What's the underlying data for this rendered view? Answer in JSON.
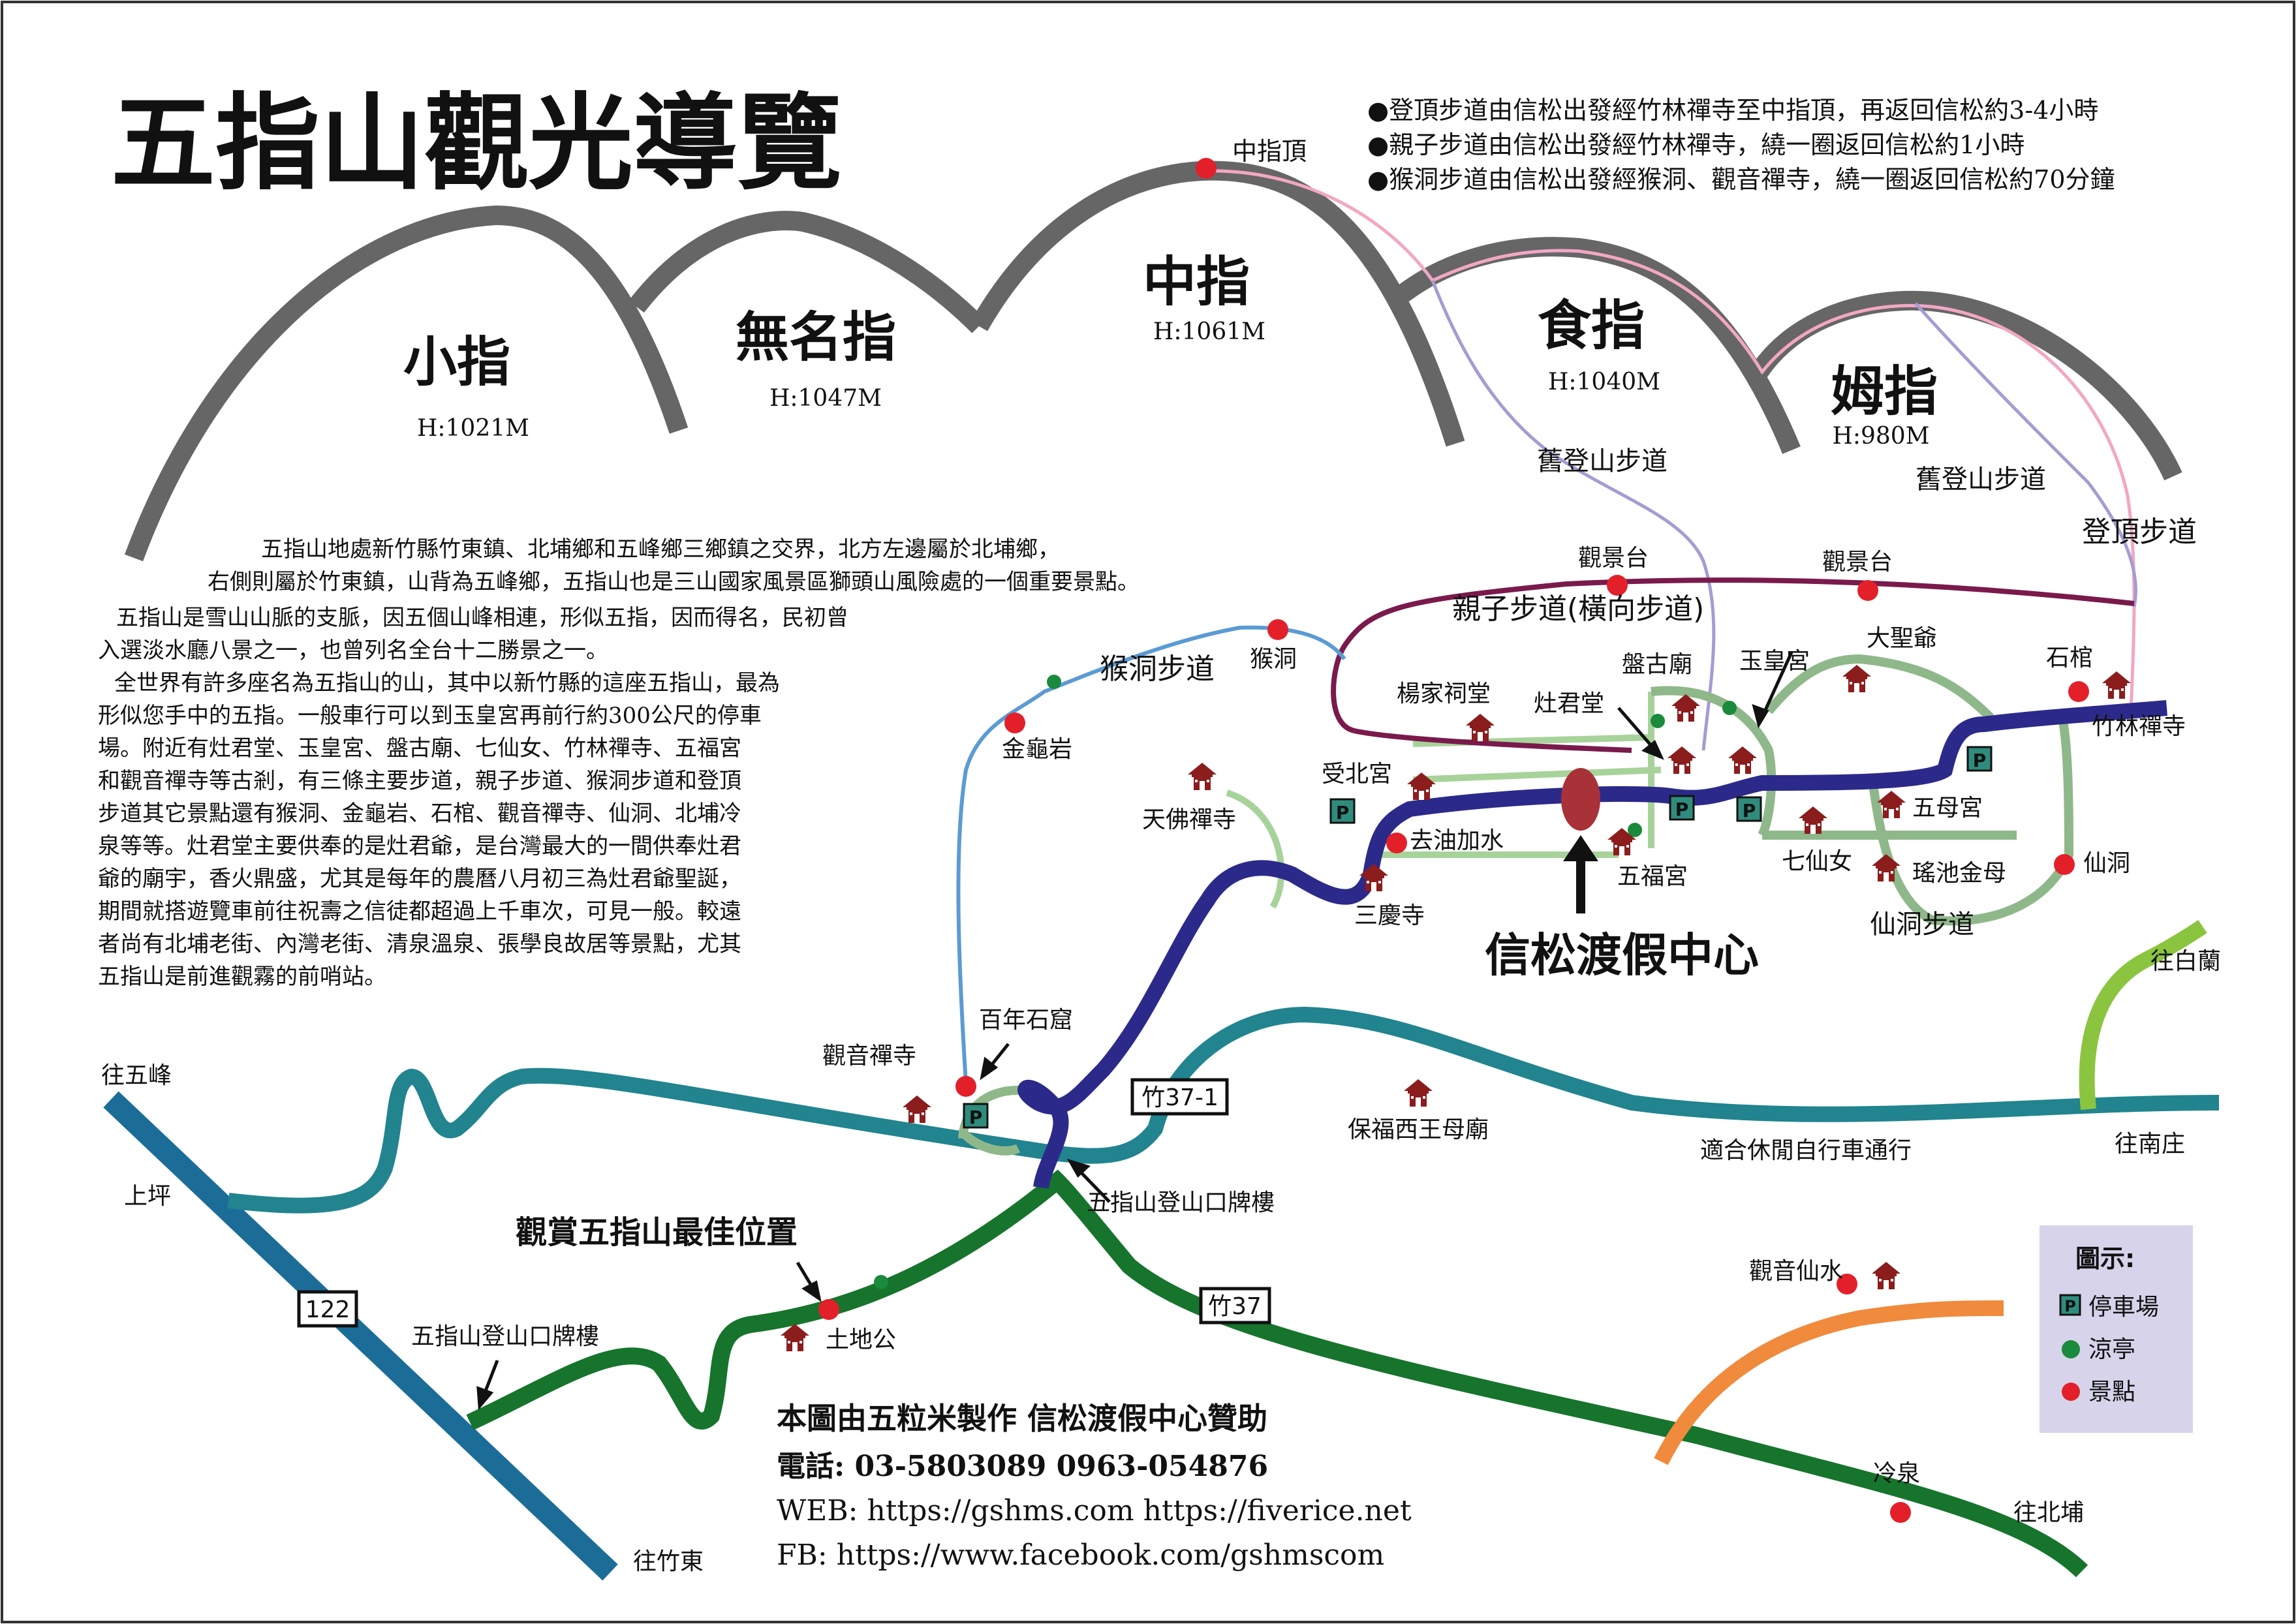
{
  "title": "五指山觀光導覽",
  "notes": [
    "●登頂步道由信松出發經竹林禪寺至中指頂，再返回信松約3-4小時",
    "●親子步道由信松出發經竹林禪寺，繞一圈返回信松約1小時",
    "●猴洞步道由信松出發經猴洞、觀音禪寺，繞一圈返回信松約70分鐘"
  ],
  "peaks": [
    {
      "name": "小指",
      "height": "H:1021M"
    },
    {
      "name": "無名指",
      "height": "H:1047M"
    },
    {
      "name": "中指",
      "height": "H:1061M"
    },
    {
      "name": "食指",
      "height": "H:1040M"
    },
    {
      "name": "姆指",
      "height": "H:980M"
    }
  ],
  "summit_label": "中指頂",
  "description": [
    "五指山地處新竹縣竹東鎮、北埔鄉和五峰鄉三鄉鎮之交界，北方左邊屬於北埔鄉，",
    "右側則屬於竹東鎮，山背為五峰鄉，五指山也是三山國家風景區獅頭山風險處的一個重要景點。",
    "五指山是雪山山脈的支脈，因五個山峰相連，形似五指，因而得名，民初曾",
    "入選淡水廳八景之一，也曾列名全台十二勝景之一。",
    "全世界有許多座名為五指山的山，其中以新竹縣的這座五指山，最為",
    "形似您手中的五指。一般車行可以到玉皇宮再前行約300公尺的停車",
    "場。附近有灶君堂、玉皇宮、盤古廟、七仙女、竹林禪寺、五福宮",
    "和觀音禪寺等古剎，有三條主要步道，親子步道、猴洞步道和登頂",
    "步道其它景點還有猴洞、金龜岩、石棺、觀音禪寺、仙洞、北埔冷",
    "泉等等。灶君堂主要供奉的是灶君爺，是台灣最大的一間供奉灶君",
    "爺的廟宇，香火鼎盛，尤其是每年的農曆八月初三為灶君爺聖誕，",
    "期間就搭遊覽車前往祝壽之信徒都超過上千車次，可見一般。較遠",
    "者尚有北埔老街、內灣老街、清泉溫泉、張學良故居等景點，尤其",
    "五指山是前進觀霧的前哨站。"
  ],
  "trails": {
    "old_trail_1": "舊登山步道",
    "old_trail_2": "舊登山步道",
    "summit_trail": "登頂步道",
    "family_trail": "親子步道(橫向步道)",
    "monkey_trail": "猴洞步道",
    "fairy_trail": "仙洞步道"
  },
  "places": {
    "guanjingtai_1": "觀景台",
    "guanjingtai_2": "觀景台",
    "shiguan": "石棺",
    "zhulin": "竹林禪寺",
    "dashengye": "大聖爺",
    "panggu": "盤古廟",
    "yuhuang": "玉皇宮",
    "yangjia": "楊家祠堂",
    "zaojun": "灶君堂",
    "shoubei": "受北宮",
    "wumu": "五母宮",
    "qixian": "七仙女",
    "yaochi": "瑤池金母",
    "xiandong": "仙洞",
    "wufu": "五福宮",
    "qushui": "去油加水",
    "sanqing": "三慶寺",
    "tianfo": "天佛禪寺",
    "houdong": "猴洞",
    "jingui": "金龜岩",
    "resort": "信松渡假中心",
    "bainian": "百年石窟",
    "guanyin": "觀音禪寺",
    "baofu": "保福西王母廟",
    "gate_1": "五指山登山口牌樓",
    "gate_2": "五指山登山口牌樓",
    "best_view": "觀賞五指山最佳位置",
    "tudigong": "土地公",
    "guanyin_water": "觀音仙水",
    "cold_spring": "冷泉",
    "to_wufeng": "往五峰",
    "shangping": "上坪",
    "to_zhudong": "往竹東",
    "to_bailan": "往白蘭",
    "to_nanzhuang": "往南庄",
    "to_beipu": "往北埔",
    "bike_road": "適合休閒自行車通行"
  },
  "roads": {
    "r122": "122",
    "r37_1": "竹37-1",
    "r37": "竹37"
  },
  "legend": {
    "title": "圖示:",
    "parking_symbol": "P",
    "parking": "停車場",
    "pavilion": "涼亭",
    "spot": "景點"
  },
  "credits": {
    "line1": "本圖由五粒米製作 信松渡假中心贊助",
    "phone": "電話: 03-5803089 0963-054876",
    "web": "WEB: https://gshms.com  https://fiverice.net",
    "fb": "FB: https://www.facebook.com/gshmscom"
  },
  "colors": {
    "mountain": "#666666",
    "summit_trail": "#f2a7c3",
    "old_trail": "#a79bd2",
    "family_trail": "#7a1a4c",
    "monkey_trail": "#5b9bd5",
    "main_road": "#2b2a8a",
    "light_green": "#8fb88a",
    "teal_road": "#21848f",
    "dark_green_road": "#16742c",
    "blue_road": "#1b6d98",
    "orange_road": "#f08a3c",
    "lime_road": "#8bc53f",
    "spot_red": "#e3202a",
    "pavilion_green": "#1a8a3c",
    "resort_marker": "#a83238",
    "legend_bg": "#d6d3ea"
  }
}
